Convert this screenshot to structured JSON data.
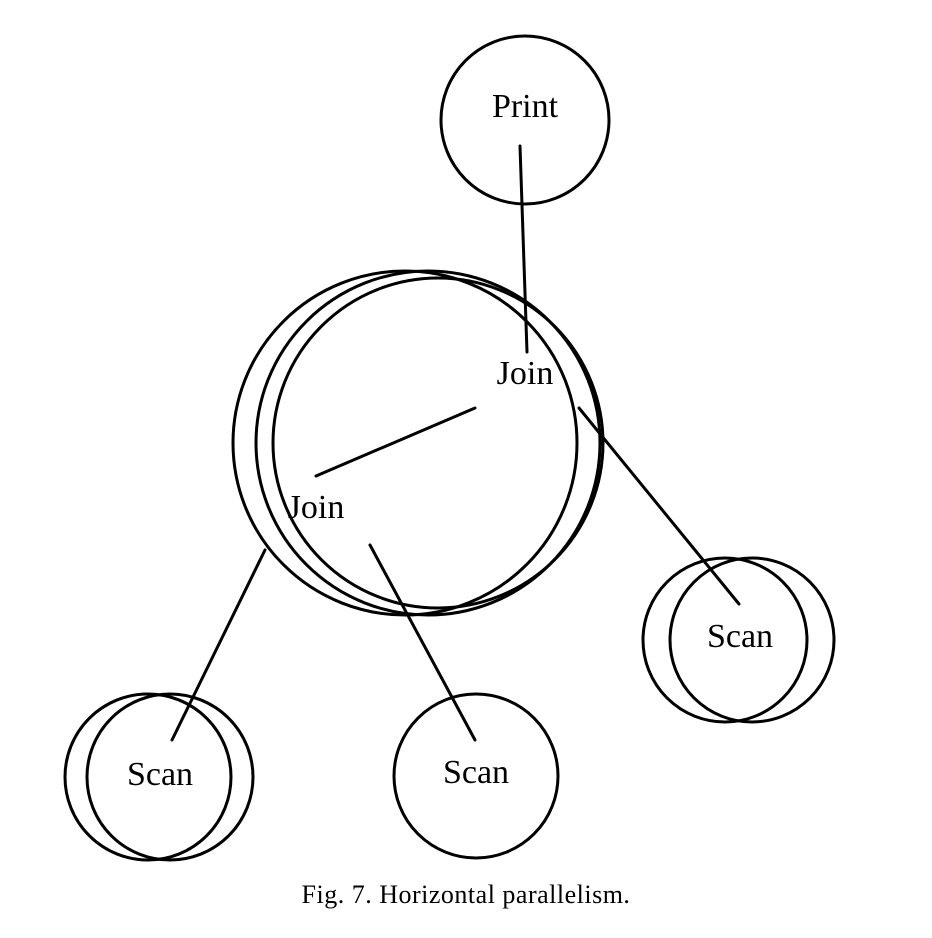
{
  "diagram": {
    "nodes": {
      "print": "Print",
      "join_top": "Join",
      "join_bottom": "Join",
      "scan_left": "Scan",
      "scan_middle": "Scan",
      "scan_right": "Scan"
    }
  },
  "caption": "Fig. 7.  Horizontal parallelism.",
  "colors": {
    "stroke": "#000000",
    "background": "#ffffff"
  }
}
